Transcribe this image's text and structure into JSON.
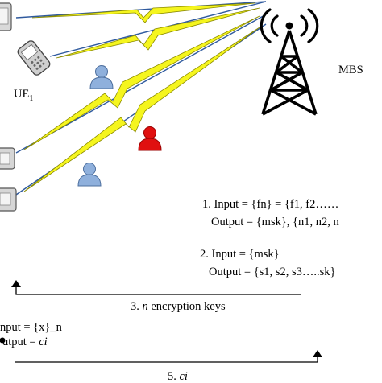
{
  "labels": {
    "mbs": "MBS",
    "ue": "UE",
    "ue_sub": "1"
  },
  "steps": {
    "s1_input": "1. Input = {fn} = {f1, f2……",
    "s1_output": "Output = {msk}, {n1, n2, n",
    "s2_input": "2. Input = {msk}",
    "s2_output": "Output = {s1, s2, s3…..sk}",
    "s3_prefix": "3. ",
    "s3_italic": "n",
    "s3_rest": " encryption keys",
    "s4_input": "nput = {x}_n",
    "s4_output_prefix": "utput = ",
    "s4_output_italic": "ci",
    "s5_prefix": "5. ",
    "s5_italic": "ci"
  },
  "colors": {
    "link_blue": "#2f5a9e",
    "bolt_yellow": "#f5f51e",
    "bolt_outline": "#8a8a00",
    "person_blue": "#8fb0dc",
    "person_red": "#e01010",
    "tower": "#000000"
  }
}
